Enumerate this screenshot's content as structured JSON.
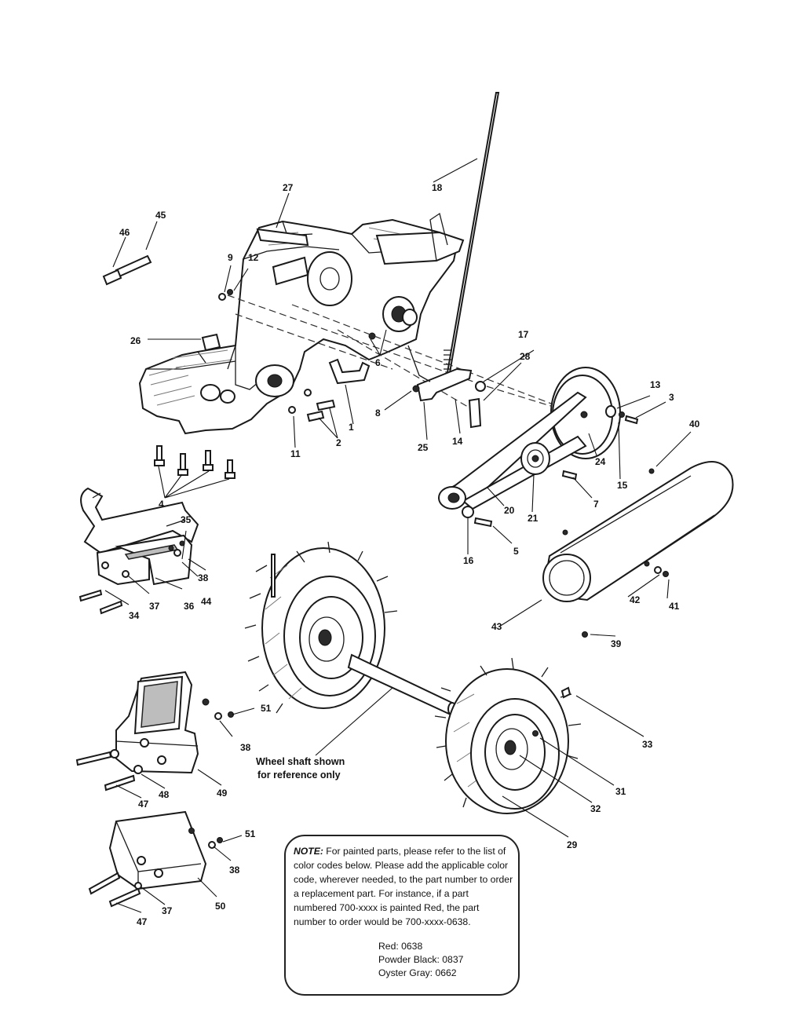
{
  "callouts": [
    {
      "id": "c1",
      "text": "1"
    },
    {
      "id": "c2",
      "text": "2"
    },
    {
      "id": "c3",
      "text": "3"
    },
    {
      "id": "c4",
      "text": "4"
    },
    {
      "id": "c5",
      "text": "5"
    },
    {
      "id": "c6",
      "text": "6"
    },
    {
      "id": "c7",
      "text": "7"
    },
    {
      "id": "c8",
      "text": "8"
    },
    {
      "id": "c9",
      "text": "9"
    },
    {
      "id": "c11",
      "text": "11"
    },
    {
      "id": "c12",
      "text": "12"
    },
    {
      "id": "c13",
      "text": "13"
    },
    {
      "id": "c14",
      "text": "14"
    },
    {
      "id": "c15",
      "text": "15"
    },
    {
      "id": "c16",
      "text": "16"
    },
    {
      "id": "c17",
      "text": "17"
    },
    {
      "id": "c18",
      "text": "18"
    },
    {
      "id": "c20",
      "text": "20"
    },
    {
      "id": "c21",
      "text": "21"
    },
    {
      "id": "c24",
      "text": "24"
    },
    {
      "id": "c25",
      "text": "25"
    },
    {
      "id": "c26",
      "text": "26"
    },
    {
      "id": "c27",
      "text": "27"
    },
    {
      "id": "c28",
      "text": "28"
    },
    {
      "id": "c29",
      "text": "29"
    },
    {
      "id": "c31",
      "text": "31"
    },
    {
      "id": "c32",
      "text": "32"
    },
    {
      "id": "c33",
      "text": "33"
    },
    {
      "id": "c34",
      "text": "34"
    },
    {
      "id": "c35",
      "text": "35"
    },
    {
      "id": "c36",
      "text": "36"
    },
    {
      "id": "c37a",
      "text": "37"
    },
    {
      "id": "c37b",
      "text": "37"
    },
    {
      "id": "c38a",
      "text": "38"
    },
    {
      "id": "c38b",
      "text": "38"
    },
    {
      "id": "c38c",
      "text": "38"
    },
    {
      "id": "c39",
      "text": "39"
    },
    {
      "id": "c40",
      "text": "40"
    },
    {
      "id": "c41",
      "text": "41"
    },
    {
      "id": "c42",
      "text": "42"
    },
    {
      "id": "c43",
      "text": "43"
    },
    {
      "id": "c44",
      "text": "44"
    },
    {
      "id": "c45",
      "text": "45"
    },
    {
      "id": "c46",
      "text": "46"
    },
    {
      "id": "c47a",
      "text": "47"
    },
    {
      "id": "c47b",
      "text": "47"
    },
    {
      "id": "c48",
      "text": "48"
    },
    {
      "id": "c49",
      "text": "49"
    },
    {
      "id": "c50",
      "text": "50"
    },
    {
      "id": "c51a",
      "text": "51"
    },
    {
      "id": "c51b",
      "text": "51"
    }
  ],
  "wheel_shaft_note": {
    "line1": "Wheel shaft shown",
    "line2": "for reference only"
  },
  "note": {
    "head": "NOTE:",
    "body": " For painted parts, please refer to the list of color codes below.  Please add the applicable color code, wherever needed, to the part number to order a replacement part.  For instance, if a part numbered 700-xxxx is painted Red, the part number to order would be 700-xxxx-0638.",
    "color_codes": [
      "Red: 0638",
      "Powder Black: 0837",
      "Oyster Gray:  0662"
    ]
  }
}
